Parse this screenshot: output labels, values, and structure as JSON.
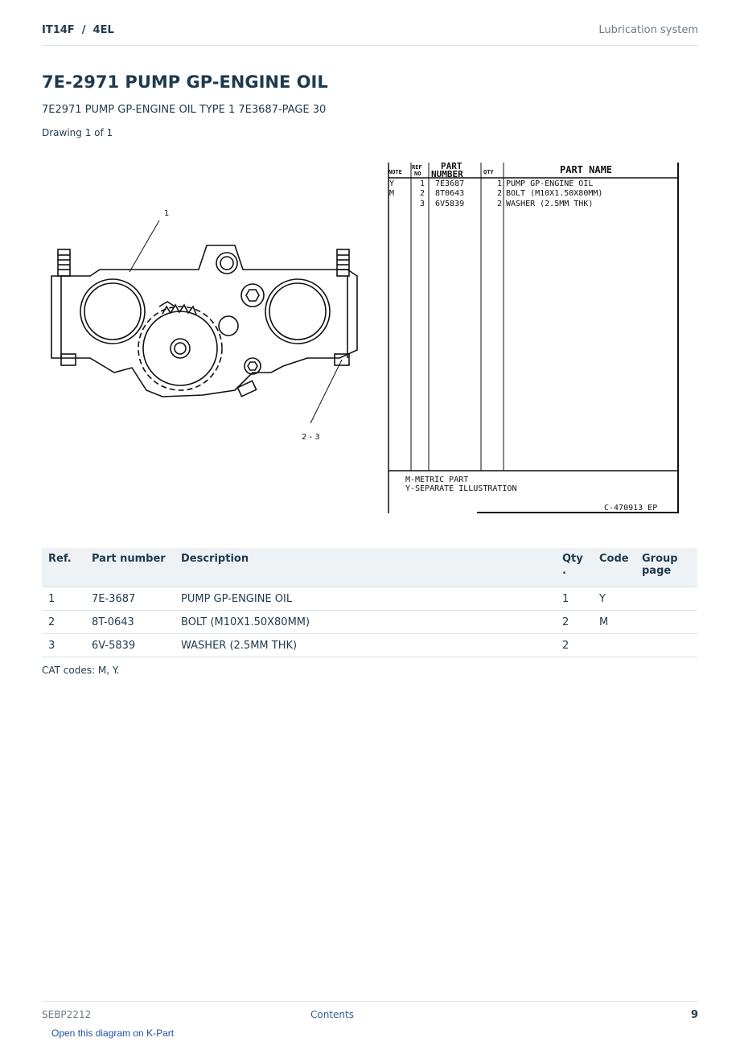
{
  "header": {
    "model": "IT14F  /  4EL",
    "section": "Lubrication system"
  },
  "title": "7E-2971 PUMP GP-ENGINE OIL",
  "subtitle": "7E2971 PUMP GP-ENGINE OIL TYPE 1 7E3687-PAGE 30",
  "drawing_count": "Drawing 1 of 1",
  "diagram": {
    "callouts": {
      "ref1": "1",
      "ref23": "2 - 3"
    },
    "legend_headers": {
      "note": "NOTE",
      "ref_no_top": "REF",
      "ref_no_bottom": "NO",
      "part_top": "PART",
      "part_bottom": "NUMBER",
      "qty": "QTY",
      "name": "PART NAME"
    },
    "legend_rows": [
      {
        "note": "Y",
        "ref": "1",
        "part": "7E3687",
        "qty": "1",
        "name": "PUMP GP-ENGINE OIL"
      },
      {
        "note": "M",
        "ref": "2",
        "part": "8T0643",
        "qty": "2",
        "name": "BOLT (M10X1.50X80MM)"
      },
      {
        "note": "",
        "ref": "3",
        "part": "6V5839",
        "qty": "2",
        "name": "WASHER (2.5MM THK)"
      }
    ],
    "legend_notes": {
      "metric": "M-METRIC PART",
      "separate": "Y-SEPARATE ILLUSTRATION"
    },
    "drawing_code": "C-470913 EP"
  },
  "table": {
    "headers": {
      "ref": "Ref.",
      "part_number": "Part number",
      "description": "Description",
      "qty_line1": "Qty",
      "qty_line2": ".",
      "code": "Code",
      "group_line1": "Group",
      "group_line2": "page"
    },
    "rows": [
      {
        "ref": "1",
        "part_number": "7E-3687",
        "description": "PUMP GP-ENGINE OIL",
        "qty": "1",
        "code": "Y",
        "group_page": ""
      },
      {
        "ref": "2",
        "part_number": "8T-0643",
        "description": "BOLT (M10X1.50X80MM)",
        "qty": "2",
        "code": "M",
        "group_page": ""
      },
      {
        "ref": "3",
        "part_number": "6V-5839",
        "description": "WASHER (2.5MM THK)",
        "qty": "2",
        "code": "",
        "group_page": ""
      }
    ]
  },
  "cat_codes": "CAT codes: M, Y.",
  "footer": {
    "doc_id": "SEBP2212",
    "contents": "Contents",
    "page": "9",
    "open_link": "Open this diagram on K-Part"
  }
}
